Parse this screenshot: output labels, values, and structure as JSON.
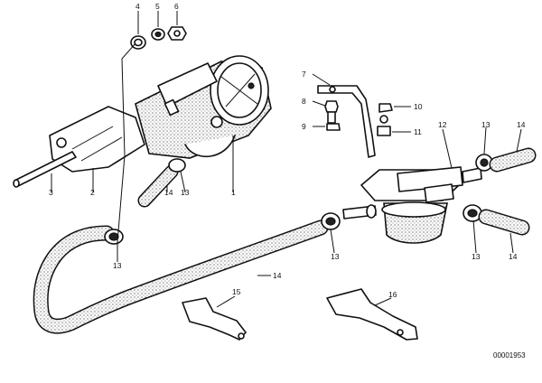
{
  "diagram": {
    "callouts": [
      {
        "id": "c4",
        "label": "4"
      },
      {
        "id": "c5",
        "label": "5"
      },
      {
        "id": "c6",
        "label": "6"
      },
      {
        "id": "c7",
        "label": "7"
      },
      {
        "id": "c8",
        "label": "8"
      },
      {
        "id": "c9",
        "label": "9"
      },
      {
        "id": "c10",
        "label": "10"
      },
      {
        "id": "c11",
        "label": "11"
      },
      {
        "id": "c12",
        "label": "12"
      },
      {
        "id": "c13a",
        "label": "13"
      },
      {
        "id": "c14a",
        "label": "14"
      },
      {
        "id": "c14b",
        "label": "14"
      },
      {
        "id": "c13b",
        "label": "13"
      },
      {
        "id": "c3",
        "label": "3"
      },
      {
        "id": "c2",
        "label": "2"
      },
      {
        "id": "c1",
        "label": "1"
      },
      {
        "id": "c13c",
        "label": "13"
      },
      {
        "id": "c13d",
        "label": "13"
      },
      {
        "id": "c13e",
        "label": "13"
      },
      {
        "id": "c14c",
        "label": "14"
      },
      {
        "id": "c14d",
        "label": "14"
      },
      {
        "id": "c15",
        "label": "15"
      },
      {
        "id": "c16",
        "label": "16"
      }
    ],
    "drawing_code": "00001953"
  }
}
